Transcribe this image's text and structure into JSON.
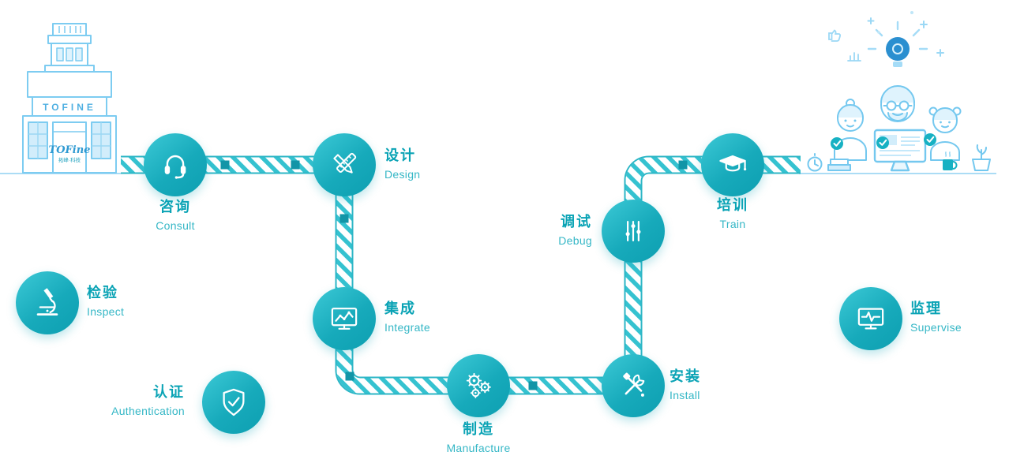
{
  "title": "Company service process flow diagram",
  "colors": {
    "teal": "#12a7b8",
    "circle_gradient_light": "#3cc9d6",
    "circle_gradient_dark": "#0d9fb1",
    "road_stripe": "#35c2d0",
    "road_border": "#2cb6c6",
    "road_square": "#1295a7",
    "sketch_blue": "#7dccf1",
    "label_zh": "#0aa3b5",
    "label_en": "#35b7c6"
  },
  "building": {
    "sign": "TOFINE",
    "logo": "TOFine",
    "logo_sub": "拓峰·科技"
  },
  "steps": [
    {
      "zh": "咨询",
      "en": "Consult",
      "icon": "headset-icon"
    },
    {
      "zh": "设计",
      "en": "Design",
      "icon": "pencil-ruler-icon"
    },
    {
      "zh": "集成",
      "en": "Integrate",
      "icon": "monitor-chart-icon"
    },
    {
      "zh": "制造",
      "en": "Manufacture",
      "icon": "gears-icon"
    },
    {
      "zh": "安装",
      "en": "Install",
      "icon": "tools-icon"
    },
    {
      "zh": "调试",
      "en": "Debug",
      "icon": "sliders-icon"
    },
    {
      "zh": "培训",
      "en": "Train",
      "icon": "graduation-cap-icon"
    }
  ],
  "side_steps": [
    {
      "zh": "检验",
      "en": "Inspect",
      "icon": "microscope-icon"
    },
    {
      "zh": "认证",
      "en": "Authentication",
      "icon": "shield-check-icon"
    },
    {
      "zh": "监理",
      "en": "Supervise",
      "icon": "monitor-pulse-icon"
    }
  ]
}
